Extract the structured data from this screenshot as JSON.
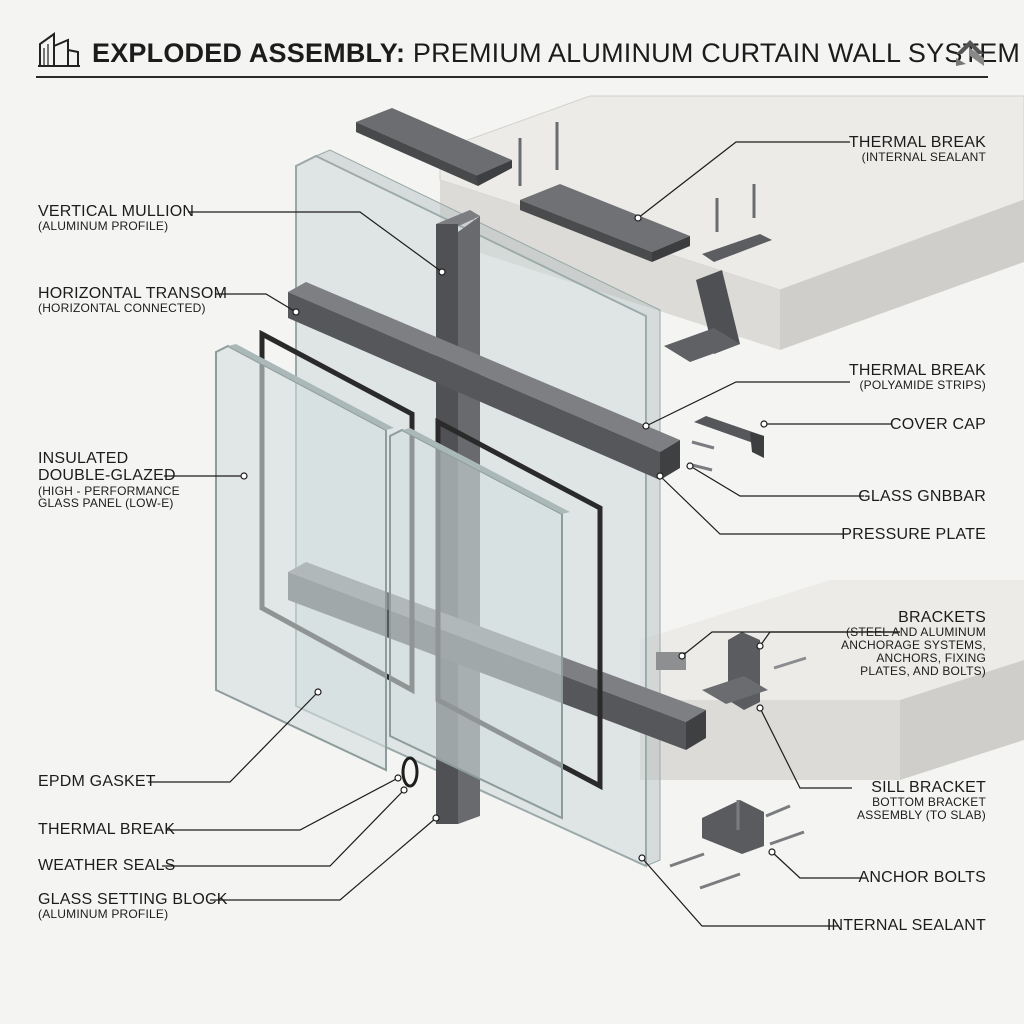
{
  "title": {
    "strong": "EXPLODED ASSEMBLY:",
    "light": "PREMIUM ALUMINUM CURTAIN WALL SYSTEM"
  },
  "labels_left": {
    "vertical_mullion": {
      "main": "VERTICAL MULLION",
      "sub": "(ALUMINUM PROFILE)"
    },
    "horizontal_transom": {
      "main": "HORIZONTAL TRANSOM",
      "sub": "(HORIZONTAL CONNECTED)"
    },
    "insulated_glazing": {
      "line1": "INSULATED",
      "line2": "DOUBLE-GLAZED",
      "sub1": "(HIGH - PERFORMANCE",
      "sub2": "GLASS PANEL  (LOW-E)"
    },
    "epdm_gasket": {
      "main": "EPDM GASKET"
    },
    "thermal_break": {
      "main": "THERMAL BREAK"
    },
    "weather_seals": {
      "main": "WEATHER SEALS"
    },
    "glass_setting_block": {
      "main": "GLASS SETTING BLOCK",
      "sub": "(ALUMINUM PROFILE)"
    }
  },
  "labels_right": {
    "thermal_break_top": {
      "main": "THERMAL BREAK",
      "sub": "(INTERNAL SEALANT"
    },
    "thermal_break_mid": {
      "main": "THERMAL BREAK",
      "sub": "(POLYAMIDE STRIPS)"
    },
    "cover_cap": {
      "main": "COVER CAP"
    },
    "glass_gnbbar": {
      "main": "GLASS GNBBAR"
    },
    "pressure_plate": {
      "main": "PRESSURE PLATE"
    },
    "brackets": {
      "main": "BRACKETS",
      "sub1": "(STEEL AND ALUMINUM",
      "sub2": "ANCHORAGE SYSTEMS,",
      "sub3": "ANCHORS, FIXING",
      "sub4": "PLATES, AND BOLTS)"
    },
    "sill_bracket": {
      "main": "SILL BRACKET",
      "sub1": "BOTTOM BRACKET",
      "sub2": "ASSEMBLY (TO SLAB)"
    },
    "anchor_bolts": {
      "main": "ANCHOR BOLTS"
    },
    "internal_sealant": {
      "main": "INTERNAL SEALANT"
    }
  },
  "colors": {
    "aluminum": "#5d5f62",
    "aluminum_light": "#8a8c8f",
    "glass": "#c9d6d6",
    "concrete": "#e6e5e2",
    "gasket": "#2a2a2a",
    "leader": "#1c1c1c"
  }
}
